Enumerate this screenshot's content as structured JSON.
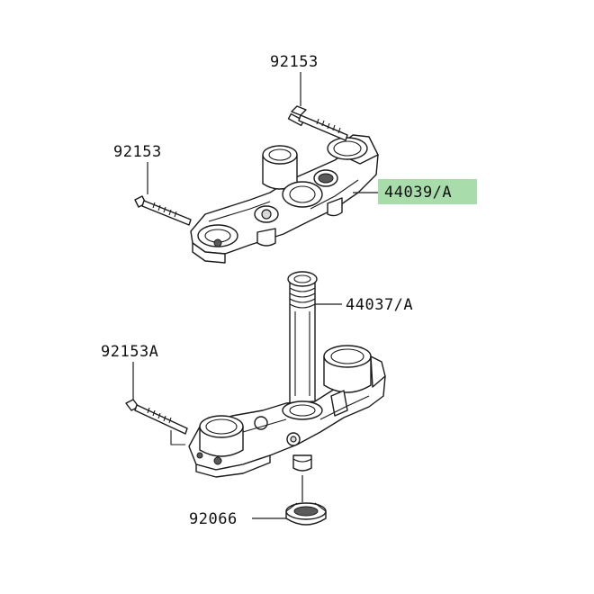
{
  "diagram": {
    "highlight_color": "#a8dcaa",
    "labels": {
      "top_bolt": "92153",
      "left_bolt": "92153",
      "upper_bracket": "44039/A",
      "stem": "44037/A",
      "lower_bolt": "92153A",
      "nut": "92066"
    }
  }
}
